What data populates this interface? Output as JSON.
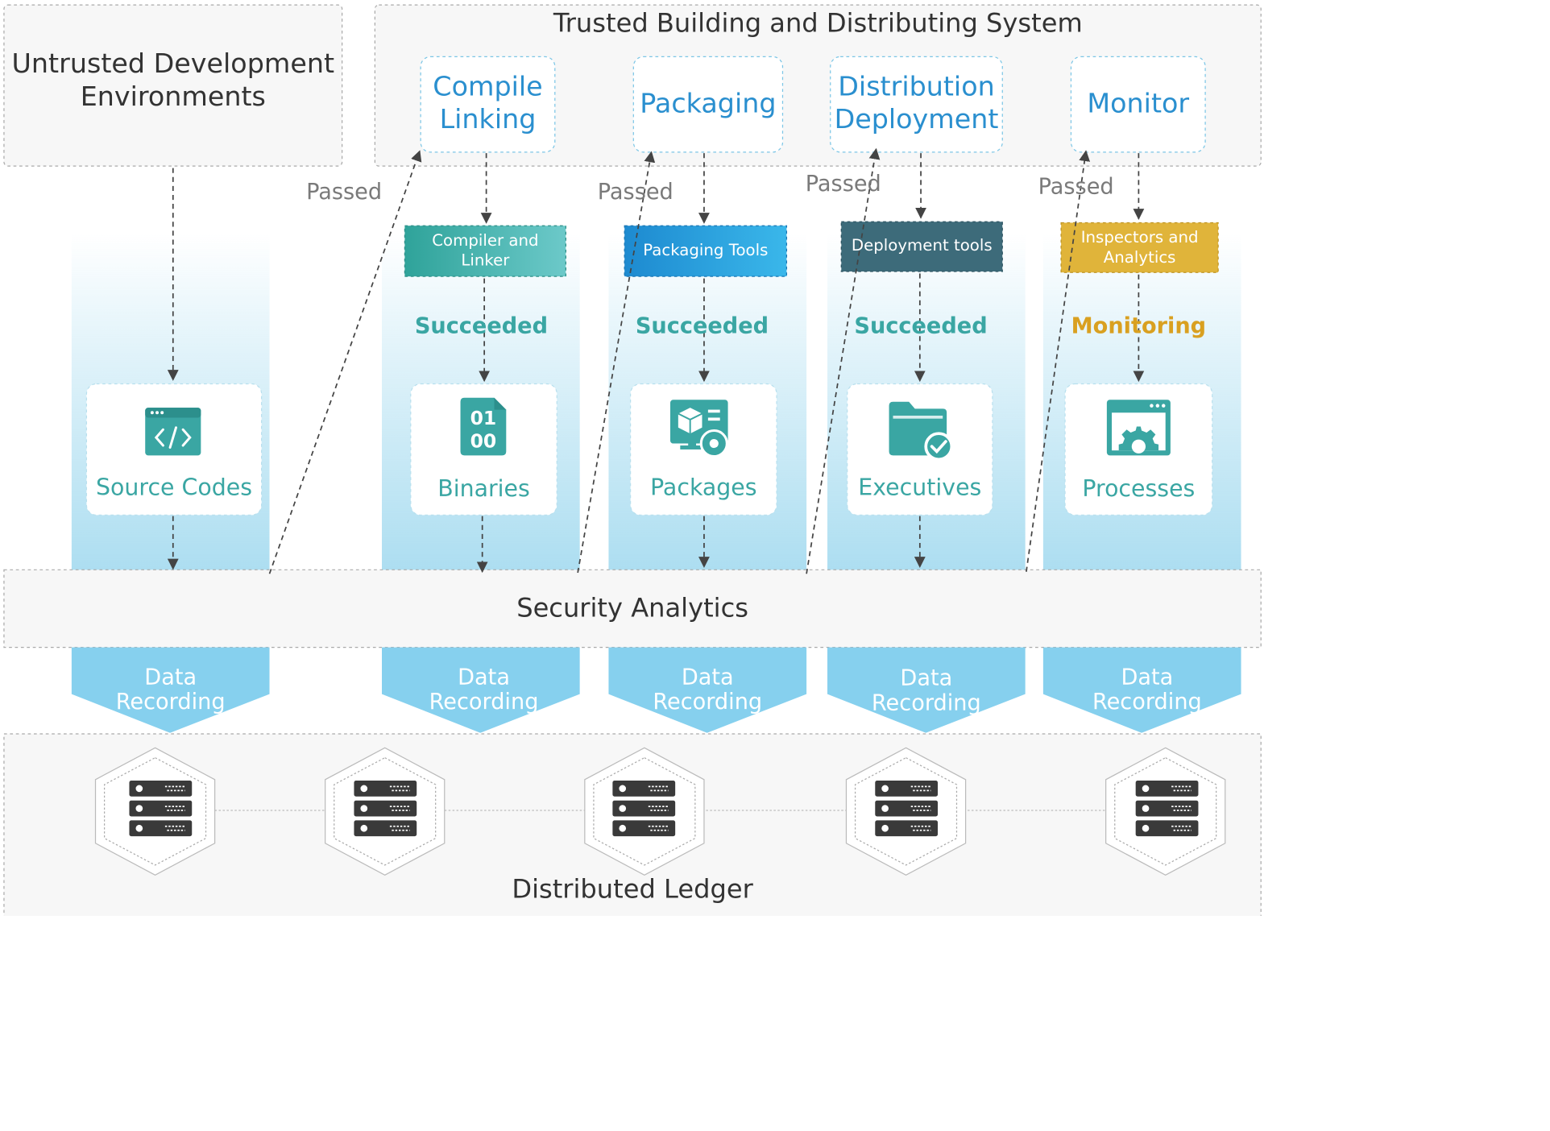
{
  "colors": {
    "teal": "#3aa6a3",
    "blue": "#2a8fcf",
    "band": "#a8dcf0",
    "chevron": "#86d0ee",
    "panel_bg": "#f7f7f7",
    "deploy_tool": "#3d6b7a",
    "inspect_tool": "#e0b43a",
    "monitoring": "#d9a020",
    "passed": "#7a7a7a",
    "server": "#3a3a3a"
  },
  "untrusted": {
    "title": "Untrusted Development\nEnvironments"
  },
  "trusted": {
    "title": "Trusted Building and Distributing System",
    "stages": [
      {
        "label": "Compile\nLinking"
      },
      {
        "label": "Packaging"
      },
      {
        "label": "Distribution\nDeployment"
      },
      {
        "label": "Monitor"
      }
    ]
  },
  "passed_labels": [
    "Passed",
    "Passed",
    "Passed",
    "Passed"
  ],
  "tools": [
    {
      "label": "Compiler and\nLinker"
    },
    {
      "label": "Packaging Tools"
    },
    {
      "label": "Deployment tools"
    },
    {
      "label": "Inspectors and\nAnalytics"
    }
  ],
  "status": [
    "Succeeded",
    "Succeeded",
    "Succeeded",
    "Monitoring"
  ],
  "artifacts": [
    {
      "label": "Source Codes",
      "icon": "code-window-icon"
    },
    {
      "label": "Binaries",
      "icon": "binary-file-icon",
      "glyph": "01\n00"
    },
    {
      "label": "Packages",
      "icon": "package-server-icon"
    },
    {
      "label": "Executives",
      "icon": "folder-check-icon"
    },
    {
      "label": "Processes",
      "icon": "browser-gear-icon"
    }
  ],
  "security": {
    "label": "Security Analytics"
  },
  "data_recording": [
    "Data\nRecording",
    "Data\nRecording",
    "Data\nRecording",
    "Data\nRecording",
    "Data\nRecording"
  ],
  "ledger": {
    "label": "Distributed Ledger",
    "nodes": 5,
    "node_icon": "server-rack-icon"
  }
}
